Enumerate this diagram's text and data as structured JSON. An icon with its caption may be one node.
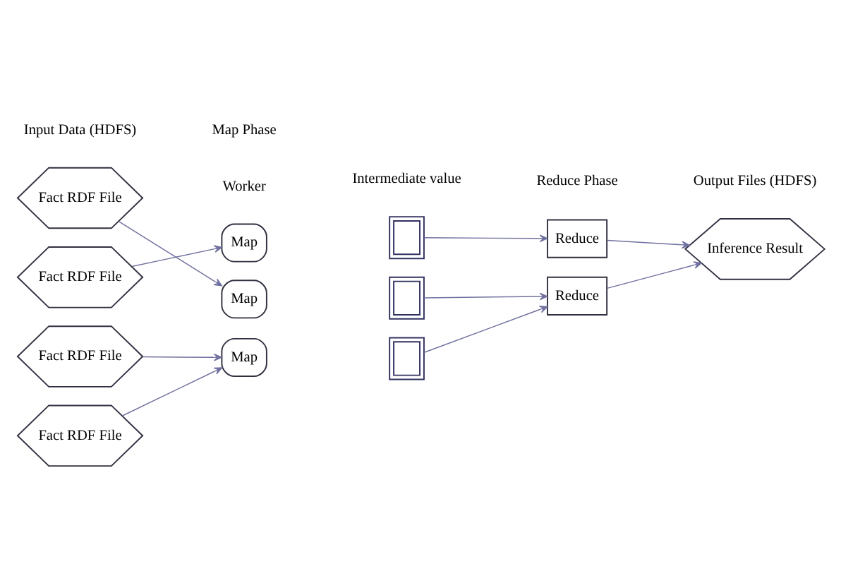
{
  "diagram": {
    "nodes": [
      {
        "text": [
          "Fact RDF File"
        ]
      },
      {
        "text": [
          "Fact RDF File"
        ]
      },
      {
        "text": [
          "Fact RDF File"
        ]
      },
      {
        "text": [
          "Fact RDF File"
        ]
      },
      {
        "text": [
          "Map"
        ]
      },
      {
        "text": [
          "Map"
        ]
      },
      {
        "text": [
          "Map"
        ]
      },
      {
        "text": [],
        "shape": "box"
      },
      {
        "text": [],
        "shape": "box"
      },
      {
        "text": [],
        "shape": "box"
      },
      {
        "text": [
          "Reduce"
        ]
      },
      {
        "text": [
          "Reduce"
        ]
      },
      {
        "text": [
          "Inference Result"
        ]
      }
    ],
    "edges": [
      {
        "from": 0,
        "to": 5,
        "arrow": "to"
      },
      {
        "from": 1,
        "to": 4,
        "arrow": "to"
      },
      {
        "from": 2,
        "to": 6,
        "arrow": "to"
      },
      {
        "from": 3,
        "to": 6,
        "arrow": "to"
      },
      {
        "from": 7,
        "to": 10,
        "arrow": "to"
      },
      {
        "from": 8,
        "to": 11,
        "arrow": "to"
      },
      {
        "from": 9,
        "to": 11,
        "arrow": "to"
      },
      {
        "from": 10,
        "to": 12,
        "arrow": "to"
      },
      {
        "from": 11,
        "to": 12,
        "arrow": "to"
      }
    ],
    "labels": [
      "Input Data (HDFS)",
      "Map Phase",
      "Reduce Phase",
      "Output Files (HDFS)",
      "Worker",
      "Intermediate value"
    ]
  }
}
